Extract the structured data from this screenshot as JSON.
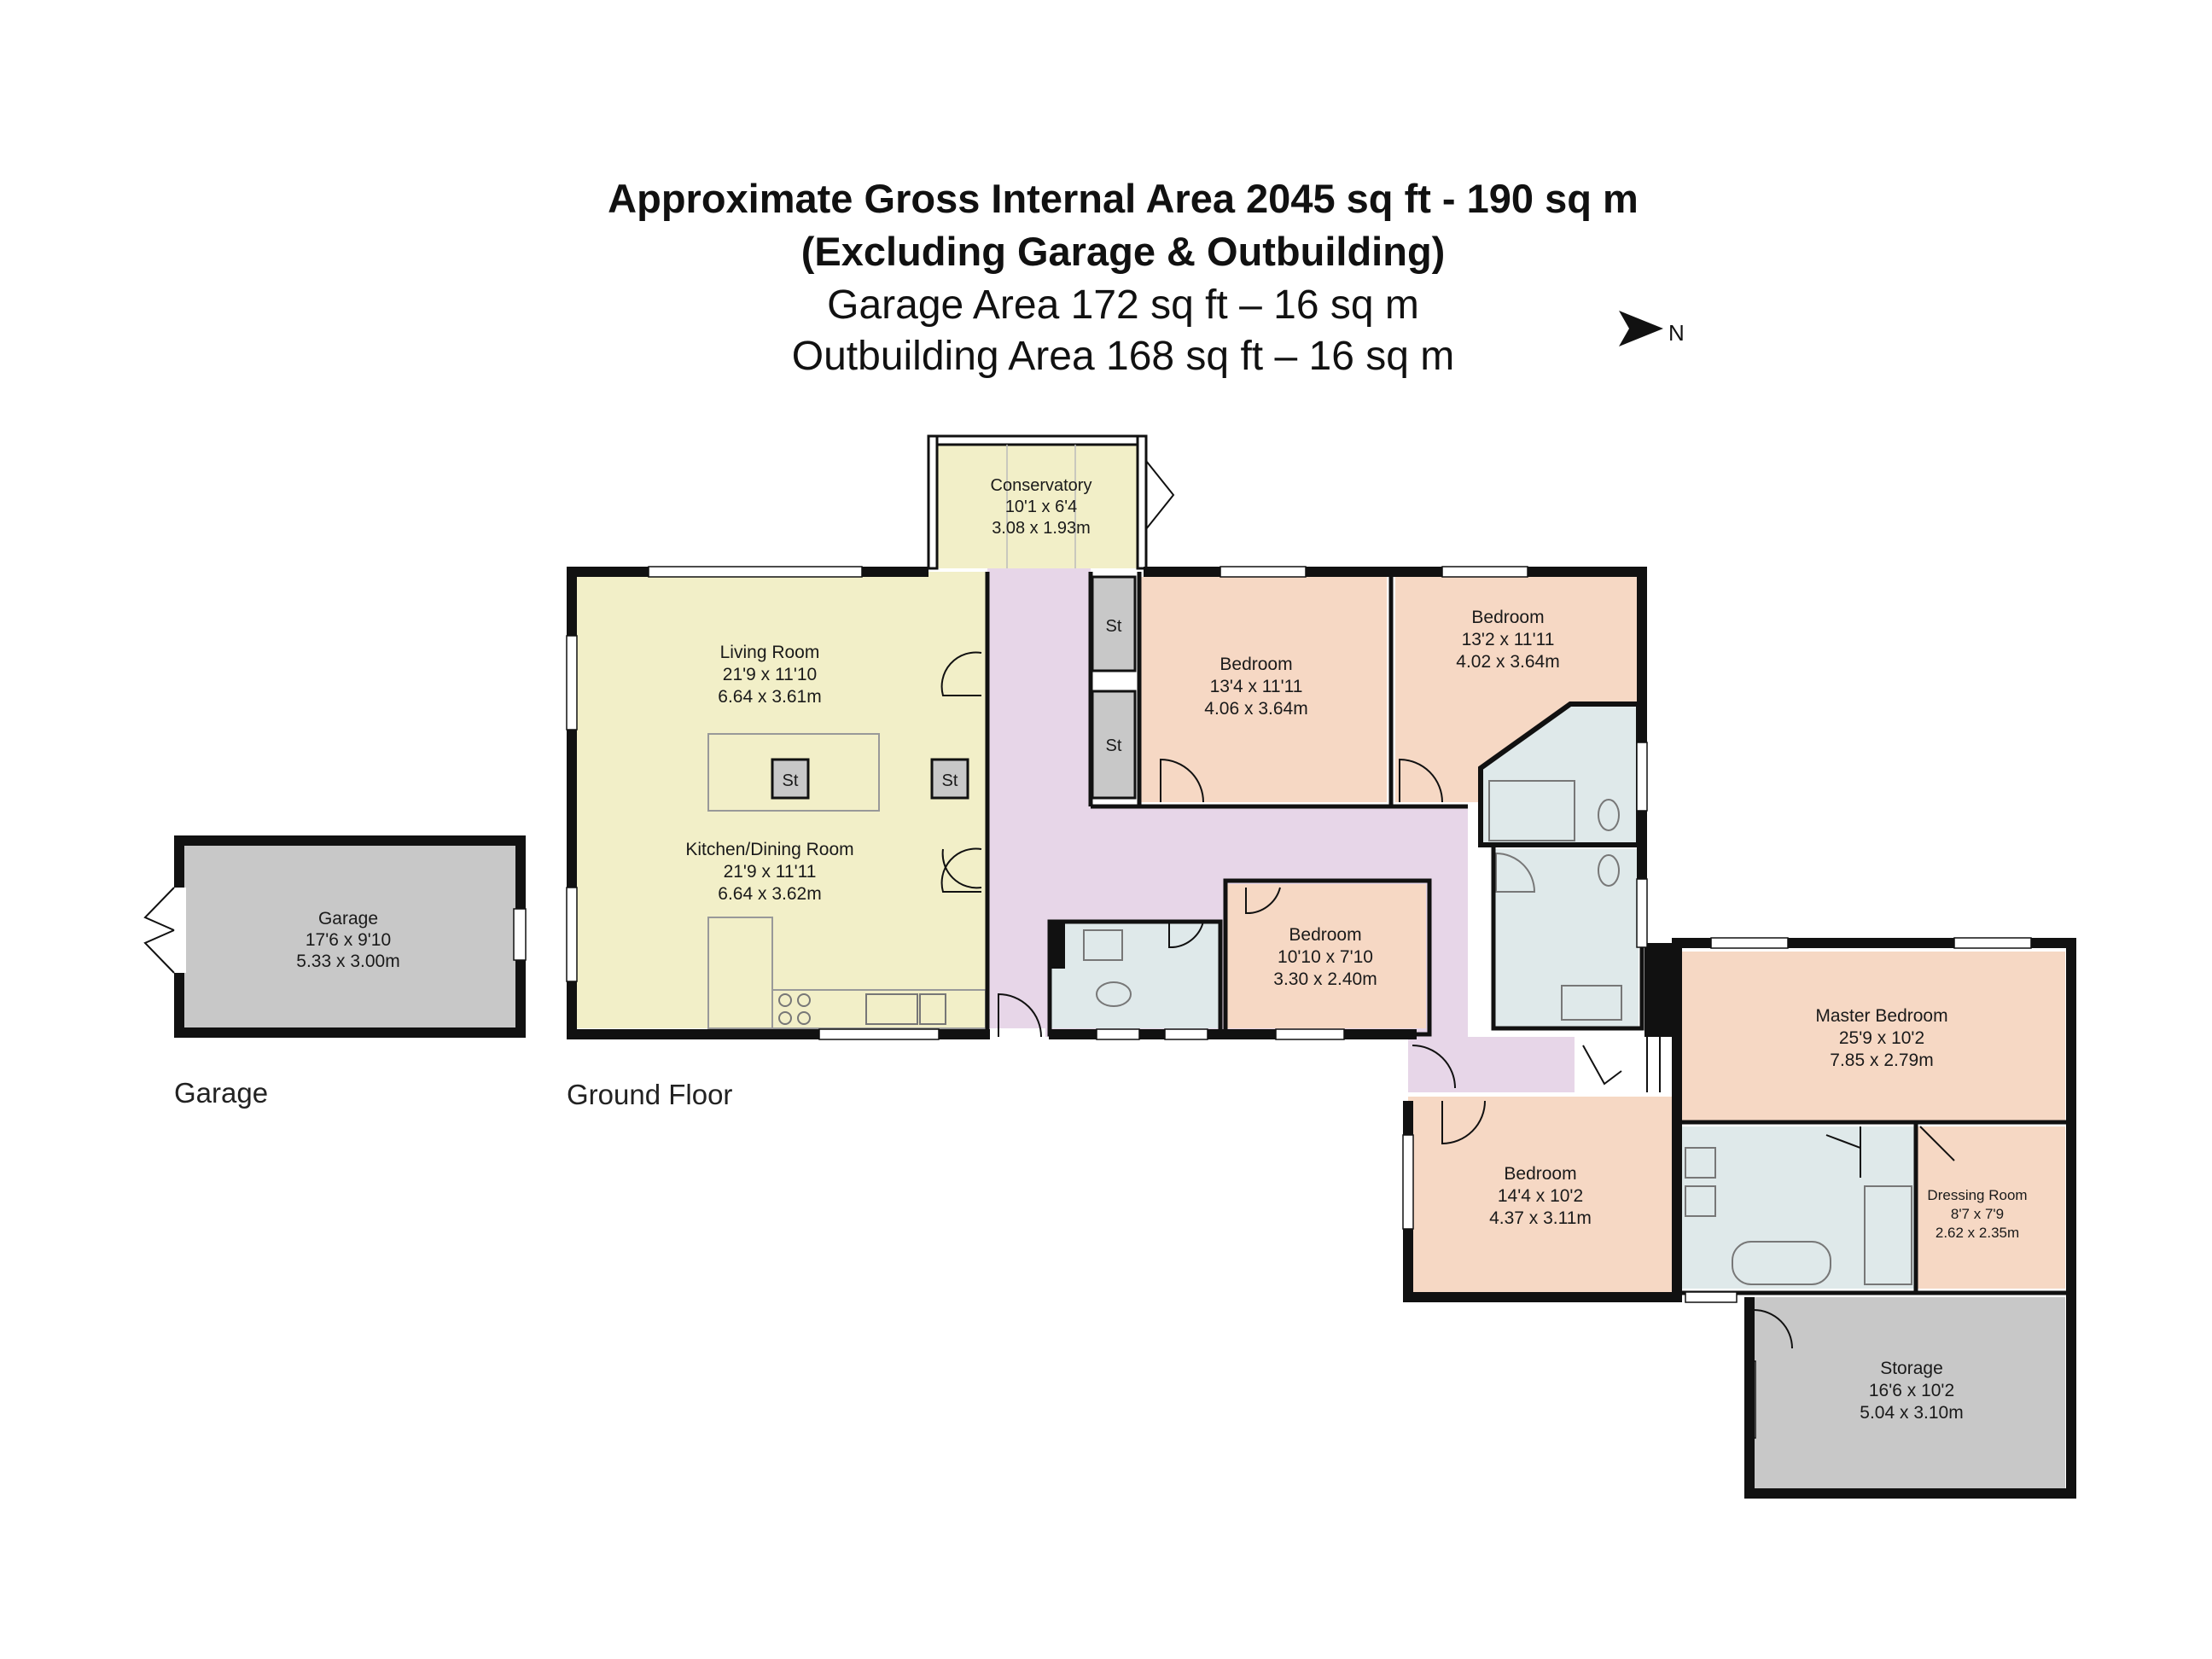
{
  "header": {
    "line1": "Approximate Gross Internal Area 2045 sq ft - 190 sq m",
    "line2": "(Excluding Garage & Outbuilding)",
    "line3": "Garage Area 172 sq ft – 16 sq m",
    "line4": "Outbuilding Area 168 sq ft – 16 sq m"
  },
  "compass": {
    "label": "N"
  },
  "floor_labels": {
    "garage": "Garage",
    "ground_floor": "Ground Floor"
  },
  "colors": {
    "living": "#f2efc8",
    "bedroom": "#f6d8c4",
    "hall": "#e7d6e8",
    "wet": "#dfe9ea",
    "grey": "#c8c8c8",
    "wall": "#111111"
  },
  "rooms": {
    "conservatory": {
      "name": "Conservatory",
      "imperial": "10'1 x 6'4",
      "metric": "3.08 x 1.93m"
    },
    "living": {
      "name": "Living Room",
      "imperial": "21'9 x 11'10",
      "metric": "6.64 x 3.61m"
    },
    "kitchen": {
      "name": "Kitchen/Dining Room",
      "imperial": "21'9 x 11'11",
      "metric": "6.64 x 3.62m"
    },
    "bedroom1": {
      "name": "Bedroom",
      "imperial": "13'4 x 11'11",
      "metric": "4.06 x 3.64m"
    },
    "bedroom2": {
      "name": "Bedroom",
      "imperial": "13'2 x 11'11",
      "metric": "4.02 x 3.64m"
    },
    "bedroom3": {
      "name": "Bedroom",
      "imperial": "10'10 x 7'10",
      "metric": "3.30 x 2.40m"
    },
    "bedroom4": {
      "name": "Bedroom",
      "imperial": "14'4 x 10'2",
      "metric": "4.37 x 3.11m"
    },
    "master": {
      "name": "Master Bedroom",
      "imperial": "25'9 x 10'2",
      "metric": "7.85 x 2.79m"
    },
    "dressing": {
      "name": "Dressing Room",
      "imperial": "8'7 x 7'9",
      "metric": "2.62 x 2.35m"
    },
    "storage": {
      "name": "Storage",
      "imperial": "16'6 x 10'2",
      "metric": "5.04 x 3.10m"
    },
    "garage": {
      "name": "Garage",
      "imperial": "17'6 x 9'10",
      "metric": "5.33 x 3.00m"
    }
  },
  "store_label": "St"
}
